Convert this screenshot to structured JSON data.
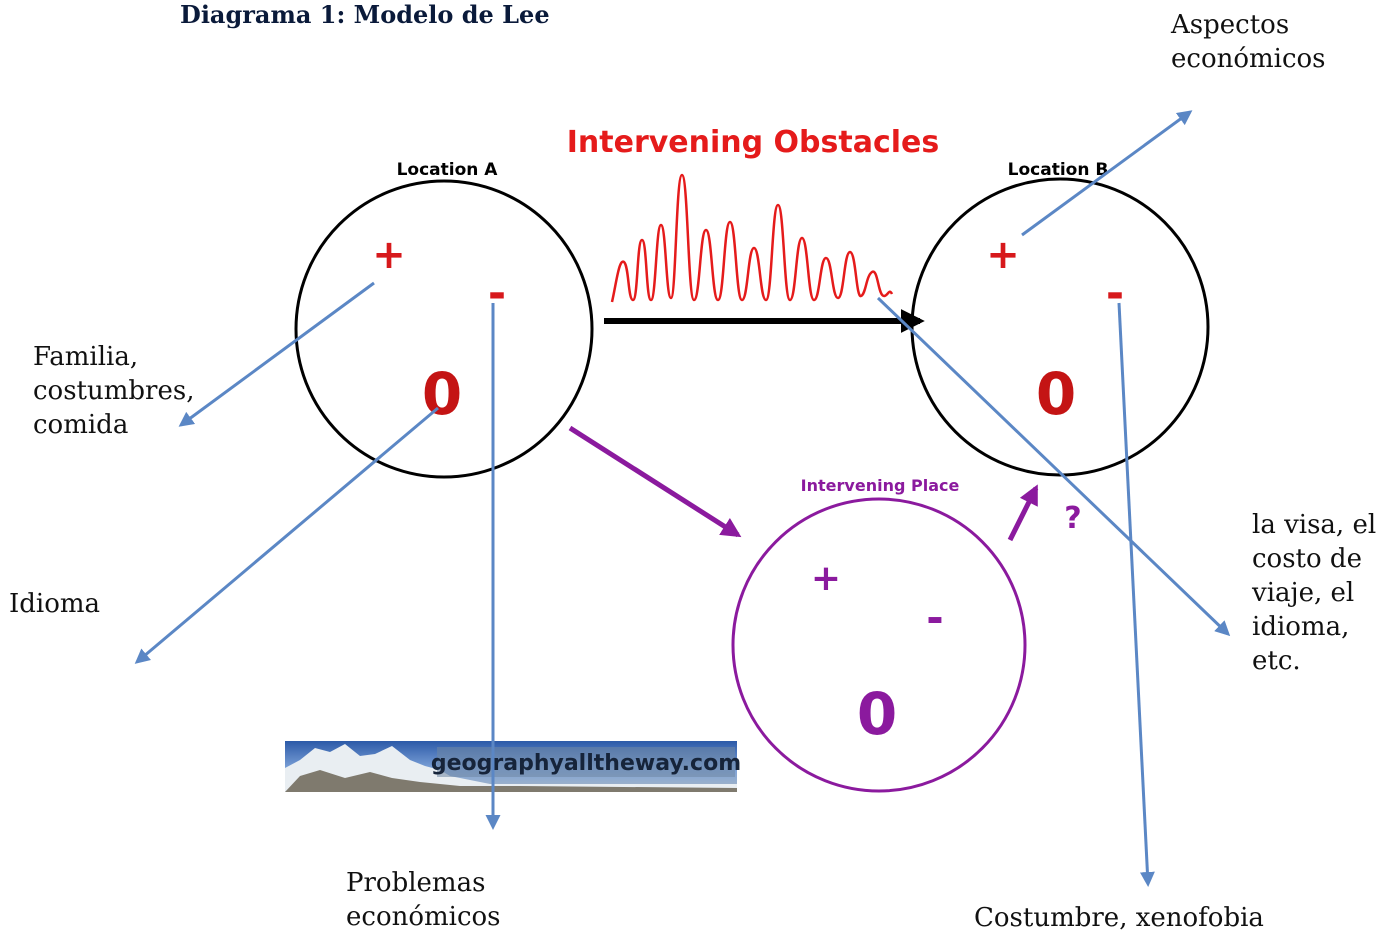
{
  "title": "Diagrama 1: Modelo de Lee",
  "obstacles_heading": "Intervening Obstacles",
  "location_a": {
    "label": "Location A",
    "plus": "+",
    "minus": "-",
    "zero": "0"
  },
  "location_b": {
    "label": "Location B",
    "plus": "+",
    "minus": "-",
    "zero": "0"
  },
  "intervening_place": {
    "label": "Intervening Place",
    "plus": "+",
    "minus": "-",
    "zero": "0",
    "question": "?"
  },
  "logo": {
    "text": "geographyalltheway.com"
  },
  "annotations": {
    "economic_aspects": "Aspectos\neconómicos",
    "family": "Familia,\ncostumbres,\ncomida",
    "language": "Idioma",
    "economic_problems": "Problemas\neconómicos",
    "visa": " la visa, el\ncosto de\nviaje, el\nidioma,\netc.",
    "customs": "Costumbre, xenofobia"
  },
  "colors": {
    "red": "#d7191c",
    "purple": "#8b1a9e",
    "arrow_blue": "#5b87c5",
    "black": "#000000"
  }
}
